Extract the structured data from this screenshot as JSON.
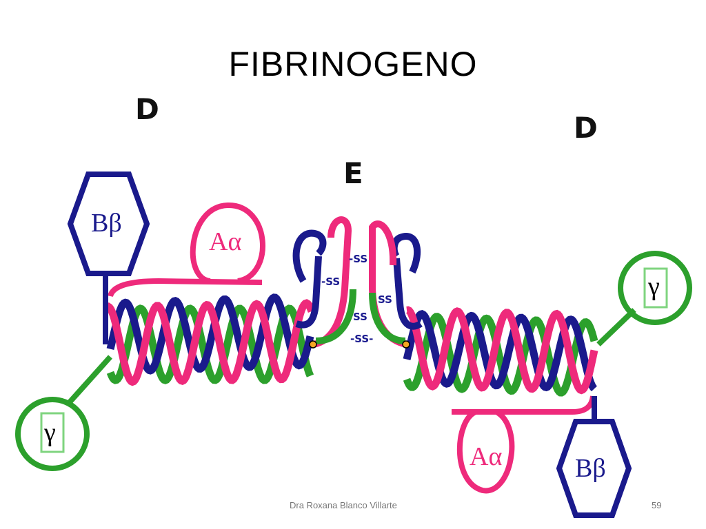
{
  "slide": {
    "title": "FIBRINOGENO",
    "footer_author": "Dra Roxana Blanco Villarte",
    "page_number": "59"
  },
  "diagram": {
    "domain_labels": {
      "d_left": "D",
      "d_right": "D",
      "e_center": "E"
    },
    "chain_labels": {
      "b_beta_left": "Bβ",
      "b_beta_right": "Bβ",
      "a_alpha_left": "Aα",
      "a_alpha_right": "Aα",
      "gamma_left": "γ",
      "gamma_right": "γ"
    },
    "disulfide_labels": [
      "-SS",
      "-SS",
      "SS",
      "SS",
      "-SS-"
    ],
    "colors": {
      "a_alpha": "#ee2a7b",
      "b_beta": "#1a1a8c",
      "gamma": "#2ca02c",
      "junction": "#f5a623"
    }
  }
}
